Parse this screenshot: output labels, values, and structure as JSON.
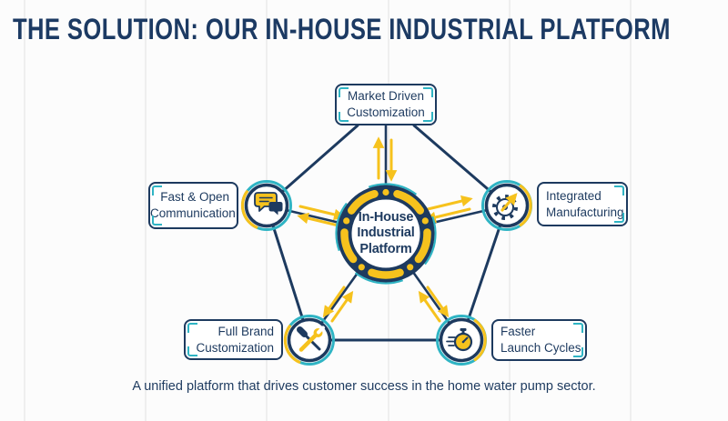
{
  "title": "THE SOLUTION: OUR IN-HOUSE INDUSTRIAL PLATFORM",
  "hub": {
    "line1": "In-House",
    "line2": "Industrial",
    "line3": "Platform"
  },
  "nodes": {
    "top": {
      "line1": "Market Driven",
      "line2": "Customization"
    },
    "left": {
      "line1": "Fast & Open",
      "line2": "Communication",
      "icon": "chat-bubbles-icon"
    },
    "right": {
      "line1": "Integrated",
      "line2": "Manufacturing",
      "icon": "gear-arrow-icon"
    },
    "bottom_left": {
      "line1": "Full Brand",
      "line2": "Customization",
      "icon": "crossed-tools-icon"
    },
    "bottom_right": {
      "line1": "Faster",
      "line2": "Launch Cycles",
      "icon": "stopwatch-icon"
    }
  },
  "footer": "A unified platform that drives customer success in the home water pump sector.",
  "colors": {
    "navy": "#1D3A5F",
    "yellow": "#F6C21D",
    "teal": "#2FB4C4",
    "background": "#FCFCFC"
  }
}
